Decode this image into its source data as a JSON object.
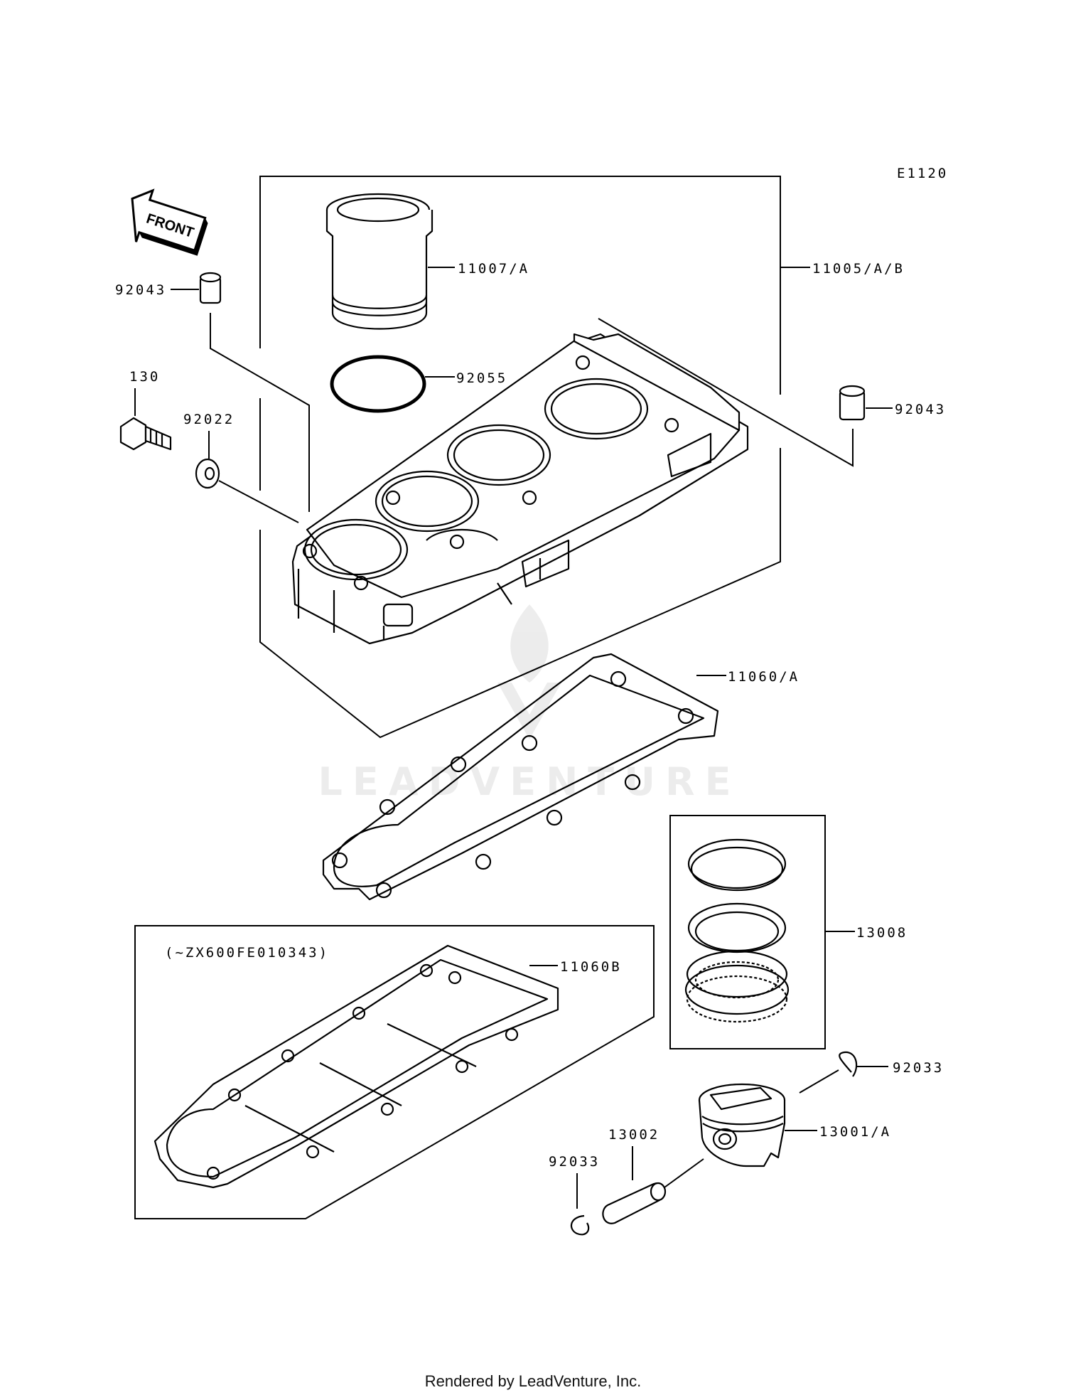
{
  "diagram_code": "E1120",
  "front_label": "FRONT",
  "callouts": {
    "liner": "11007/A",
    "cylinder_assy": "11005/A/B",
    "dowel_left": "92043",
    "dowel_right": "92043",
    "oring": "92055",
    "bolt": "130",
    "washer": "92022",
    "gasket_a": "11060/A",
    "gasket_b": "11060B",
    "serial_note": "(~ZX600FE010343)",
    "ring_set": "13008",
    "circlip_right": "92033",
    "circlip_left": "92033",
    "piston": "13001/A",
    "pin": "13002"
  },
  "watermark": "LEADVENTURE",
  "footer": "Rendered by LeadVenture, Inc."
}
